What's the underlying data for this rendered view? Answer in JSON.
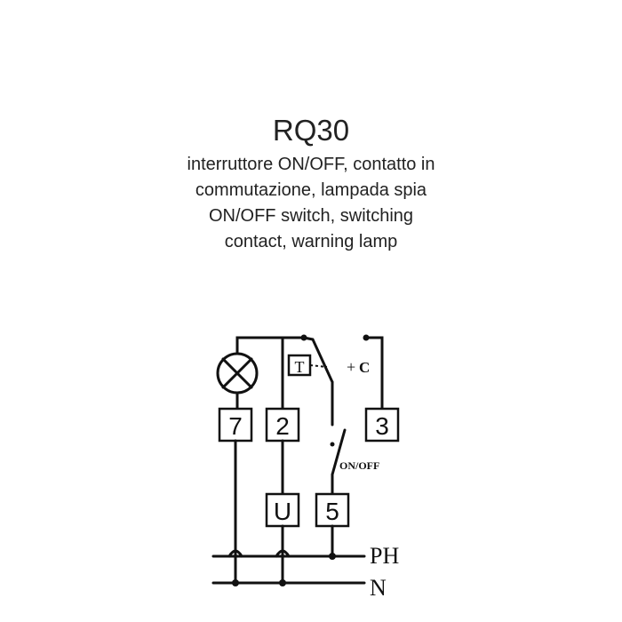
{
  "header": {
    "title": "RQ30",
    "desc_it_1": "interruttore ON/OFF, contatto in",
    "desc_it_2": "commutazione, lampada spia",
    "desc_en_1": "ON/OFF switch, switching",
    "desc_en_2": "contact, warning lamp"
  },
  "terminals": {
    "t7": "7",
    "t2": "2",
    "t3": "3",
    "tU": "U",
    "t5": "5"
  },
  "labels": {
    "thermostat": "T",
    "contact_c": "C",
    "onoff": "ON/OFF",
    "phase": "PH",
    "neutral": "N"
  }
}
